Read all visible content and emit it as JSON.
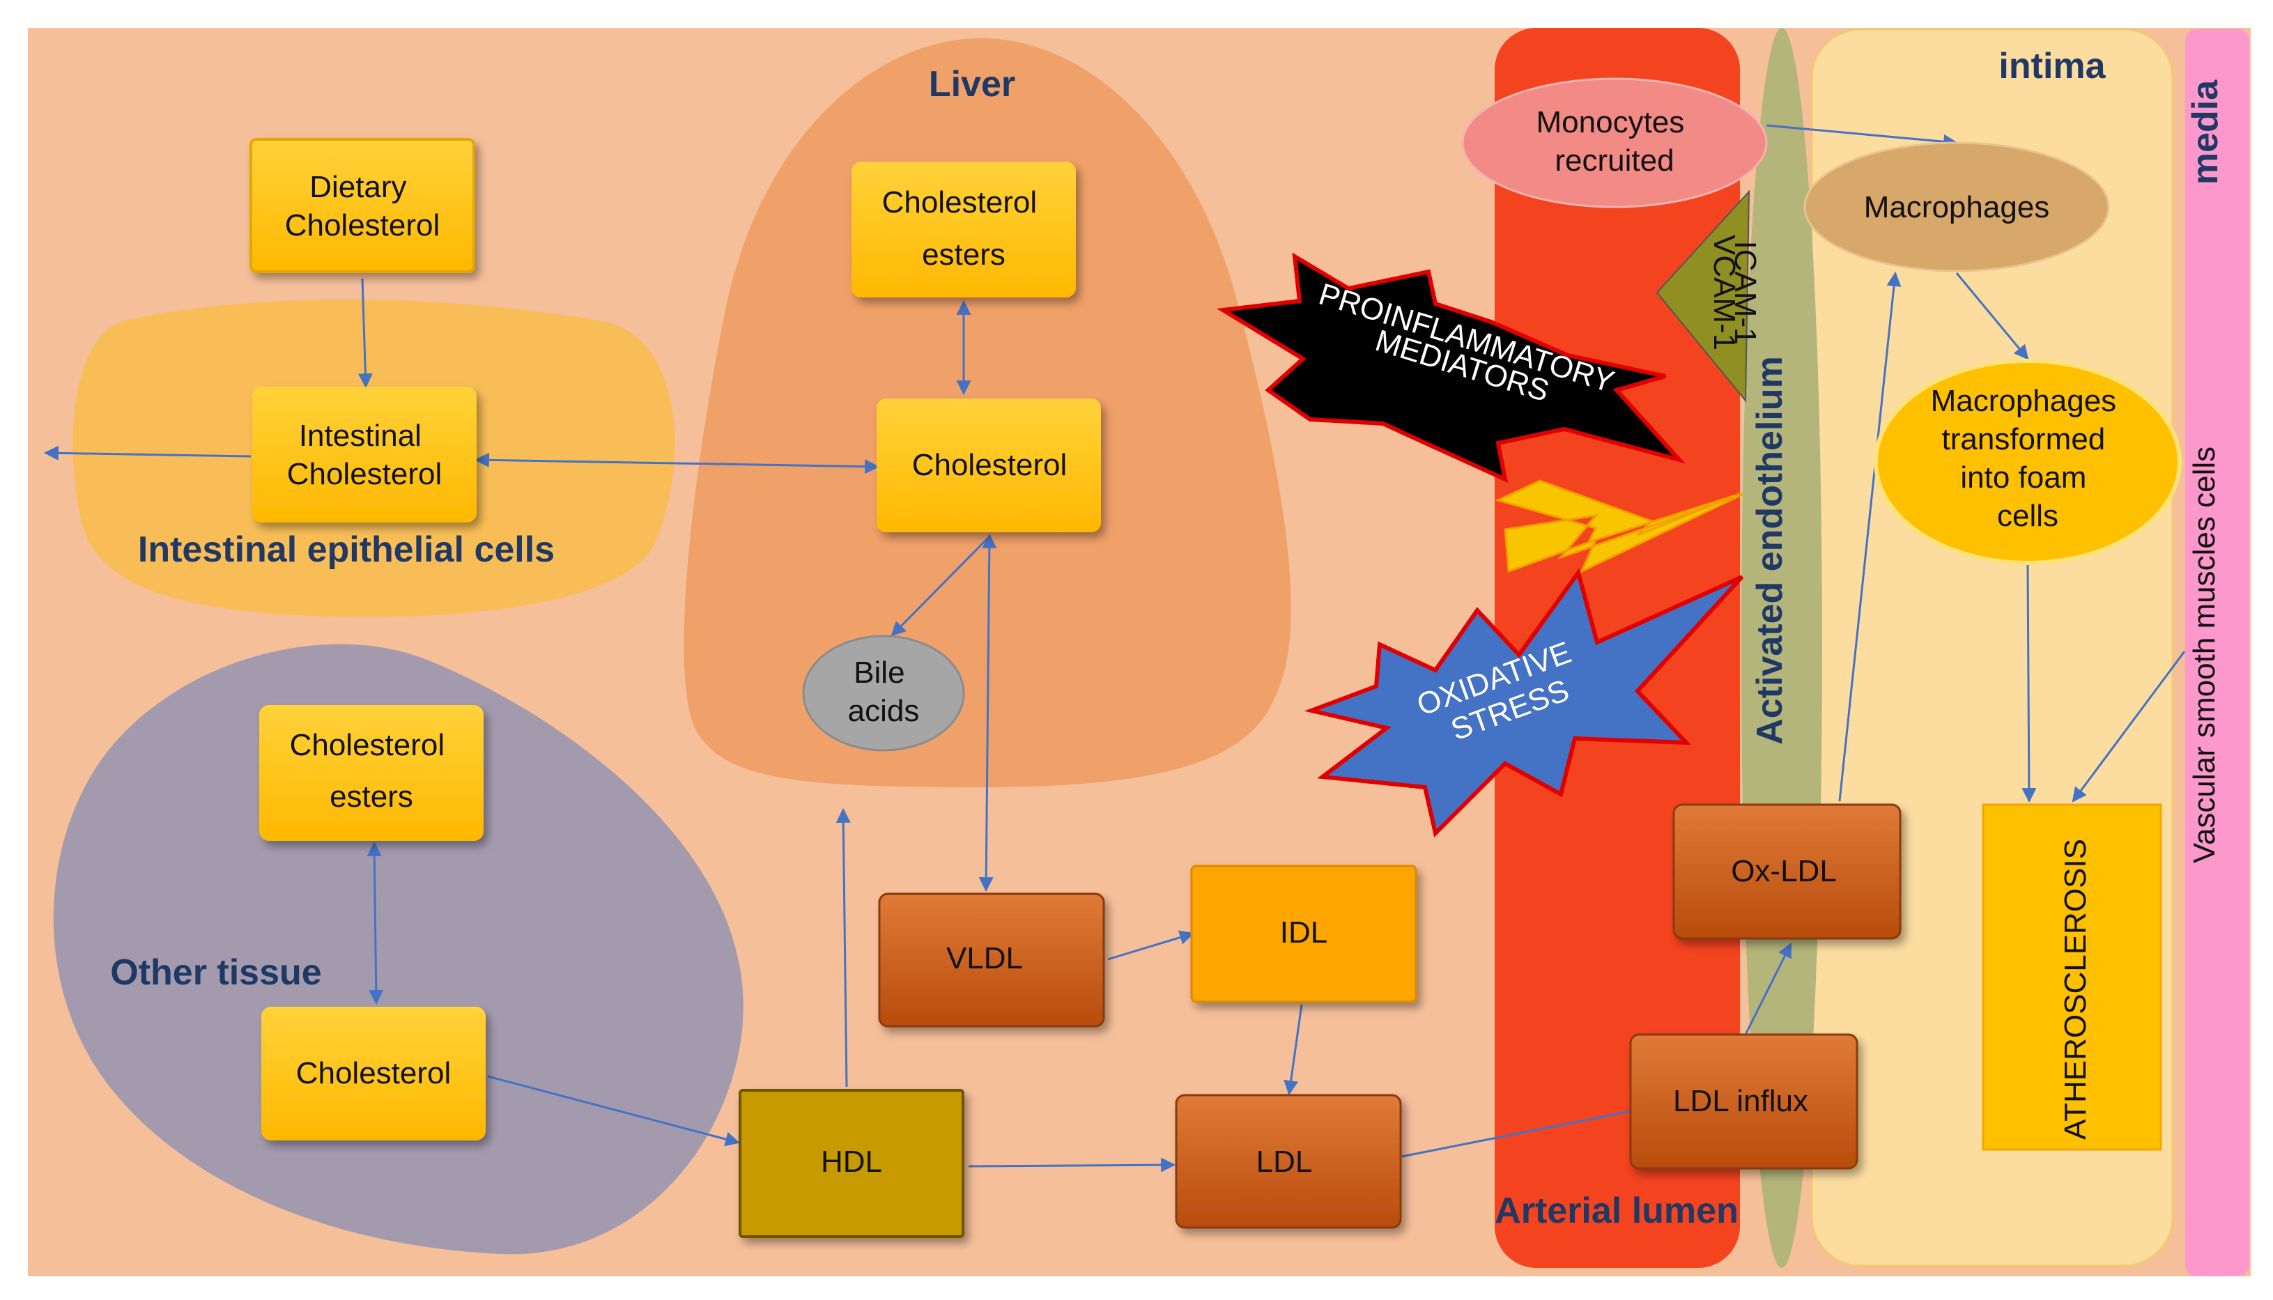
{
  "regions": {
    "liver": "Liver",
    "intestinal": "Intestinal epithelial cells",
    "other_tissue": "Other tissue",
    "arterial_lumen": "Arterial lumen",
    "endothelium": "Activated endothelium",
    "intima": "intima",
    "media": "media",
    "smooth_muscle": "Vascular smooth muscles cells"
  },
  "nodes": {
    "dietary_cholesterol": [
      "Dietary",
      "Cholesterol"
    ],
    "intestinal_cholesterol": [
      "Intestinal",
      "Cholesterol"
    ],
    "liver_cholesterol_esters": [
      "Cholesterol",
      "esters"
    ],
    "liver_cholesterol": "Cholesterol",
    "bile_acids": [
      "Bile",
      "acids"
    ],
    "tissue_cholesterol_esters": [
      "Cholesterol",
      "esters"
    ],
    "tissue_cholesterol": "Cholesterol",
    "vldl": "VLDL",
    "idl": "IDL",
    "hdl": "HDL",
    "ldl": "LDL",
    "ldl_influx": "LDL influx",
    "ox_ldl": "Ox-LDL",
    "monocytes": [
      "Monocytes",
      "recruited"
    ],
    "macrophages": "Macrophages",
    "foam_cells": [
      "Macrophages",
      "transformed",
      "into foam",
      "cells"
    ],
    "atherosclerosis": "ATHEROSCLEROSIS",
    "vcam": "VCAM-1",
    "icam": "ICAM-1",
    "proinflammatory": [
      "PROINFLAMMATORY",
      "MEDIATORS"
    ],
    "oxidative_stress": [
      "OXIDATIVE",
      "STRESS"
    ]
  },
  "colors": {
    "background": "#f5bf9a",
    "liver_region": "#f0a069",
    "intestinal_region": "#f8bd56",
    "other_tissue_region": "#a49aae",
    "arterial_lumen": "#f4431f",
    "endothelium": "#b4b57a",
    "intima": "#fcdc9f",
    "media": "#fd98cc",
    "yellow_box": "#ffc000",
    "brown_box": "#c55a11",
    "idl_box": "#ffa500",
    "hdl_box": "#c79a00",
    "arrow": "#4472c4",
    "title_text": "#1f3864"
  }
}
